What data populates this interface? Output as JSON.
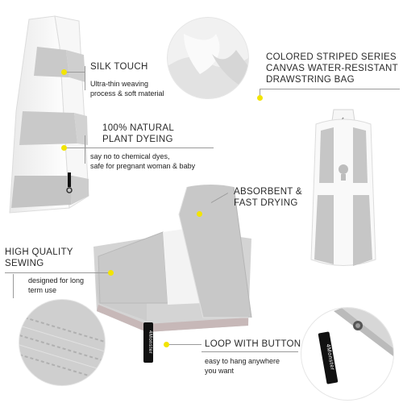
{
  "features": {
    "silk_touch": {
      "title": "SILK TOUCH",
      "desc_line1": "Ultra-thin weaving",
      "desc_line2": "process & soft material"
    },
    "natural_dyeing": {
      "title_line1": "100% NATURAL",
      "title_line2": "PLANT DYEING",
      "desc_line1": "say no to chemical dyes,",
      "desc_line2": "safe for pregnant woman & baby"
    },
    "drawstring_bag": {
      "title_line1": "COLORED STRIPED SERIES",
      "title_line2": "CANVAS WATER-RESISTANT",
      "title_line3": "DRAWSTRING BAG"
    },
    "absorbent": {
      "title_line1": "ABSORBENT &",
      "title_line2": "FAST DRYING"
    },
    "sewing": {
      "title_line1": "HIGH QUALITY",
      "title_line2": "SEWING",
      "desc_line1": "designed for long",
      "desc_line2": "term use"
    },
    "loop": {
      "title": "LOOP WITH BUTTON",
      "desc_line1": "easy to hang anywhere",
      "desc_line2": "you want"
    }
  },
  "brand_tag": "4Monster",
  "colors": {
    "accent_dot": "#f2e400",
    "stripe_gray": "#c9c9c9",
    "towel_white": "#f4f4f4"
  }
}
